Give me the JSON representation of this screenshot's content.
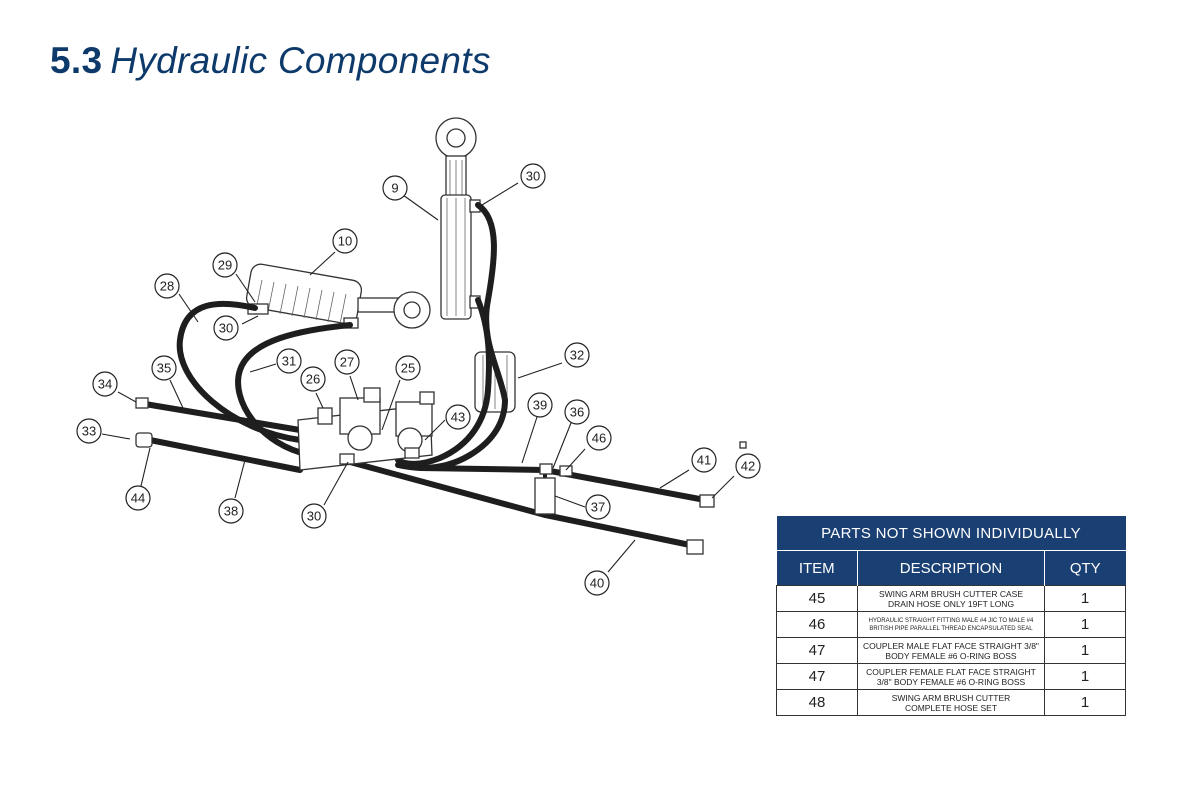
{
  "section": {
    "number": "5.3",
    "title": "Hydraulic Components"
  },
  "callouts": [
    "9",
    "30",
    "10",
    "29",
    "28",
    "30",
    "31",
    "27",
    "26",
    "25",
    "35",
    "34",
    "33",
    "44",
    "38",
    "30",
    "43",
    "32",
    "39",
    "36",
    "46",
    "41",
    "42",
    "37",
    "40"
  ],
  "parts_table": {
    "caption": "PARTS NOT SHOWN INDIVIDUALLY",
    "headers": {
      "item": "ITEM",
      "description": "DESCRIPTION",
      "qty": "QTY"
    },
    "rows": [
      {
        "item": "45",
        "desc_l1": "SWING ARM BRUSH CUTTER CASE",
        "desc_l2": "DRAIN HOSE ONLY 19FT LONG",
        "qty": "1"
      },
      {
        "item": "46",
        "desc_l1": "HYDRAULIC STRAIGHT FITTING MALE #4 JIC TO MALE #4",
        "desc_l2": "BRITISH PIPE PARALLEL THREAD ENCAPSULATED SEAL",
        "qty": "1"
      },
      {
        "item": "47",
        "desc_l1": "COUPLER MALE FLAT FACE STRAIGHT 3/8\"",
        "desc_l2": "BODY FEMALE #6 O-RING BOSS",
        "qty": "1"
      },
      {
        "item": "47",
        "desc_l1": "COUPLER FEMALE FLAT FACE STRAIGHT",
        "desc_l2": "3/8\" BODY FEMALE #6 O-RING BOSS",
        "qty": "1"
      },
      {
        "item": "48",
        "desc_l1": "SWING ARM BRUSH CUTTER",
        "desc_l2": "COMPLETE HOSE SET",
        "qty": "1"
      }
    ]
  }
}
